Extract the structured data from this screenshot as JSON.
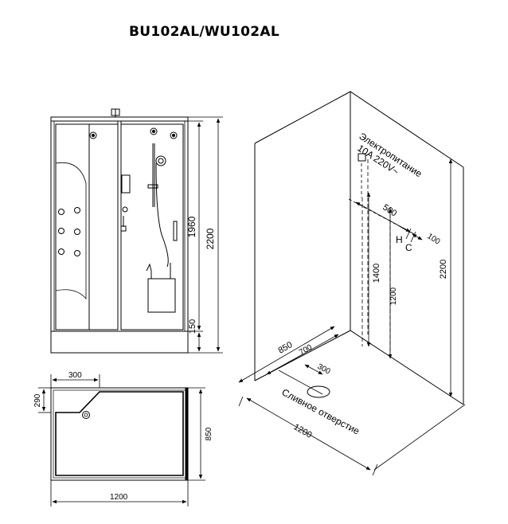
{
  "title": "BU102AL/WU102AL",
  "front_view": {
    "dim_total_height": "2200",
    "dim_cabin_height": "1960",
    "dim_base_height": "150"
  },
  "plan_view": {
    "dim_corner_width": "300",
    "dim_corner_depth": "290",
    "dim_depth": "850",
    "dim_width": "1200"
  },
  "room_view": {
    "power_label_line1": "Электропитание",
    "power_label_line2": "10A 220V~",
    "dim_offset_500": "500",
    "dim_offset_100": "100",
    "hot_label": "H",
    "cold_label": "C",
    "dim_pipe_height": "1400",
    "dim_power_height": "1200",
    "dim_room_height": "2200",
    "dim_depth_850": "850",
    "dim_700": "700",
    "dim_300": "300",
    "drain_label": "Сливное отверстие",
    "dim_width_1200": "1200"
  }
}
